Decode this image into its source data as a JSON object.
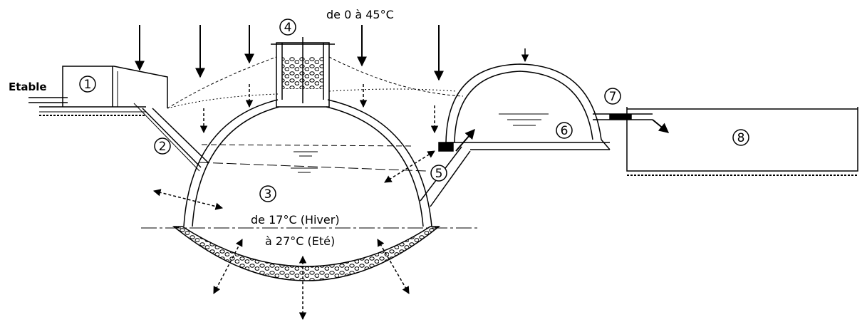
{
  "labels": {
    "etable": "Etable",
    "top_temp": "de 0 à 45°C",
    "inner_temp_1": "de 17°C (Hiver)",
    "inner_temp_2": "à 27°C (Eté)"
  },
  "markers": [
    "1",
    "2",
    "3",
    "4",
    "5",
    "6",
    "7",
    "8"
  ],
  "colors": {
    "ink": "#000000",
    "background": "#ffffff"
  }
}
